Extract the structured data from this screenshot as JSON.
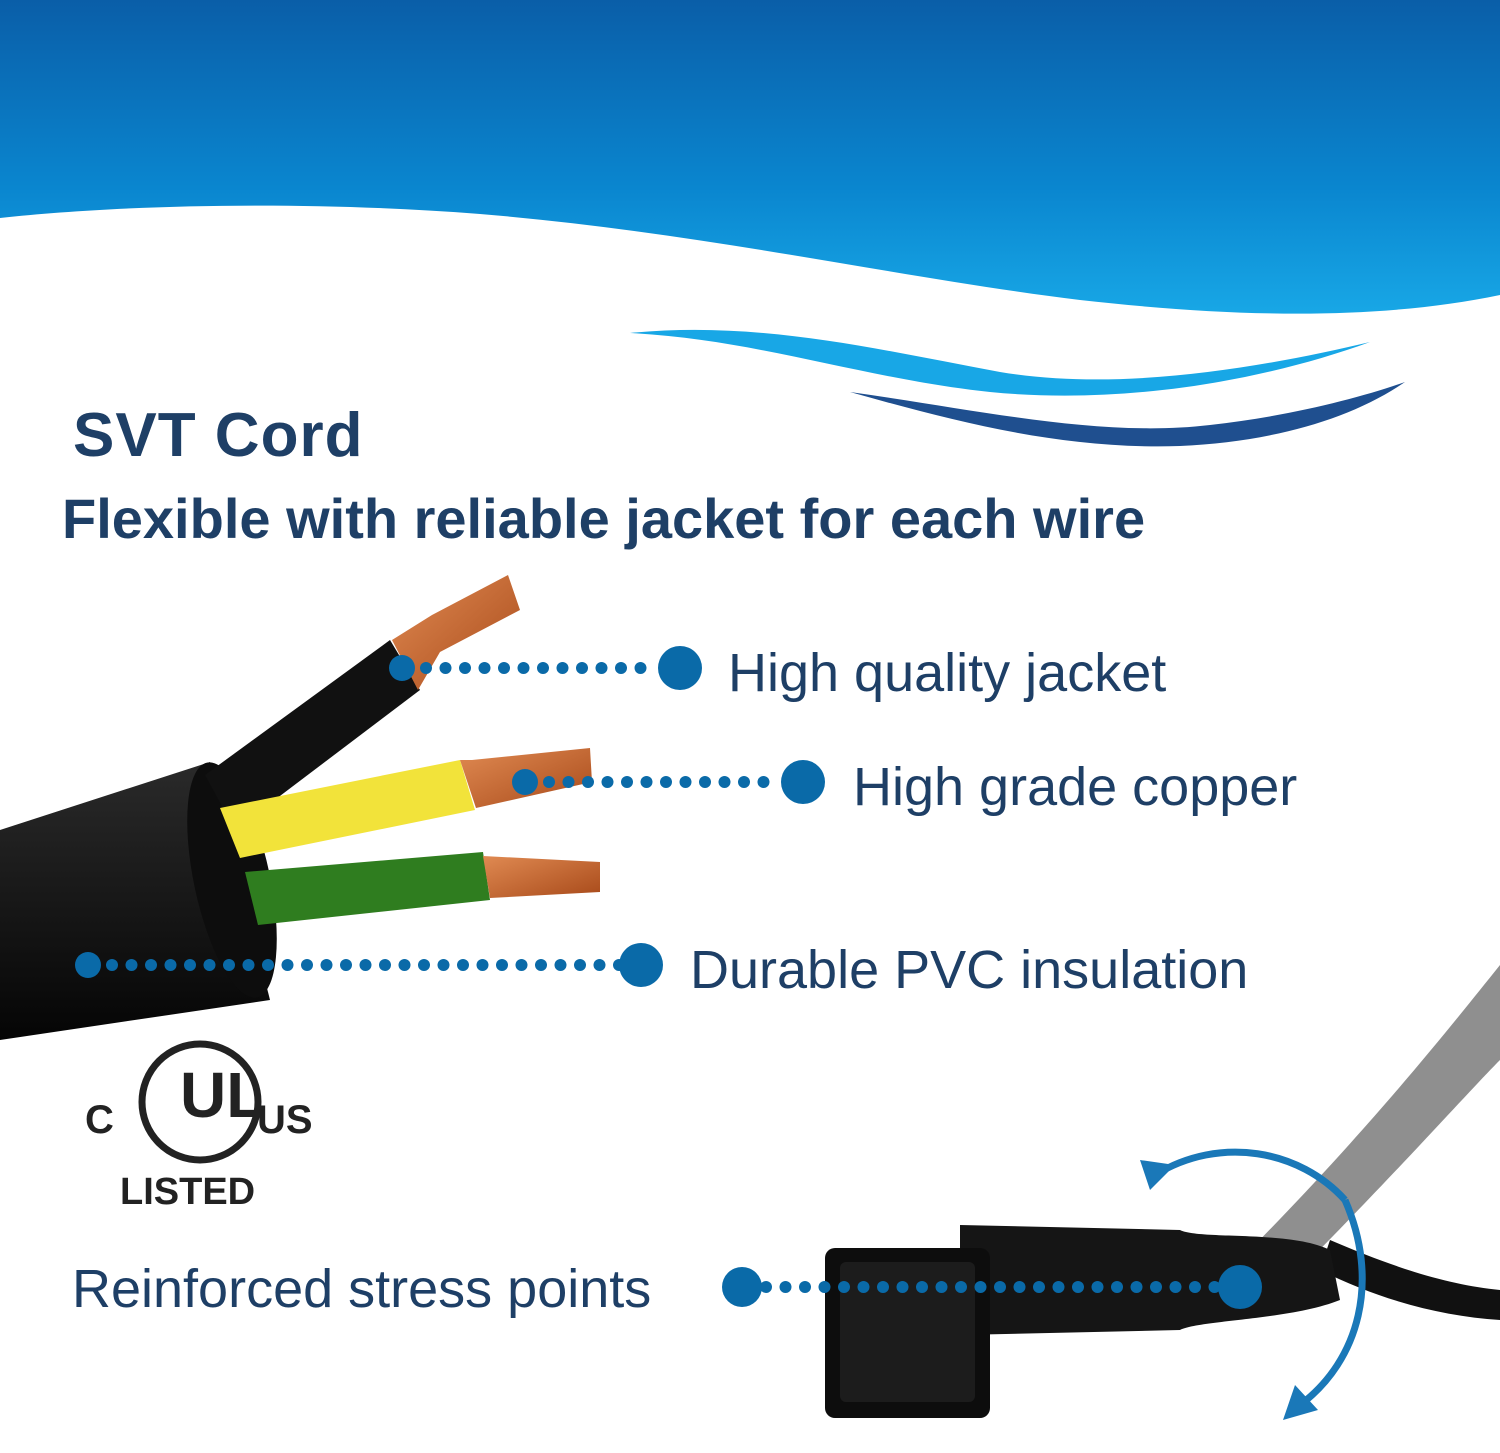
{
  "heading": {
    "title": "SVT Cord",
    "subtitle": "Flexible with reliable jacket for each wire"
  },
  "callouts": [
    {
      "label": "High quality jacket"
    },
    {
      "label": "High grade copper"
    },
    {
      "label": "Durable PVC insulation"
    },
    {
      "label": "Reinforced stress points"
    }
  ],
  "certification": {
    "left": "C",
    "center": "UL",
    "right": "US",
    "bottom": "LISTED"
  },
  "colors": {
    "wave_blue": "#0a74bd",
    "dark_navy": "#1e3f66",
    "dot_blue": "#0a6aa8",
    "cable_black": "#111111",
    "wire_yellow": "#f2e33a",
    "wire_green": "#2f7d1f",
    "copper": "#c6602a",
    "grey_cord": "#8f8f8f"
  }
}
